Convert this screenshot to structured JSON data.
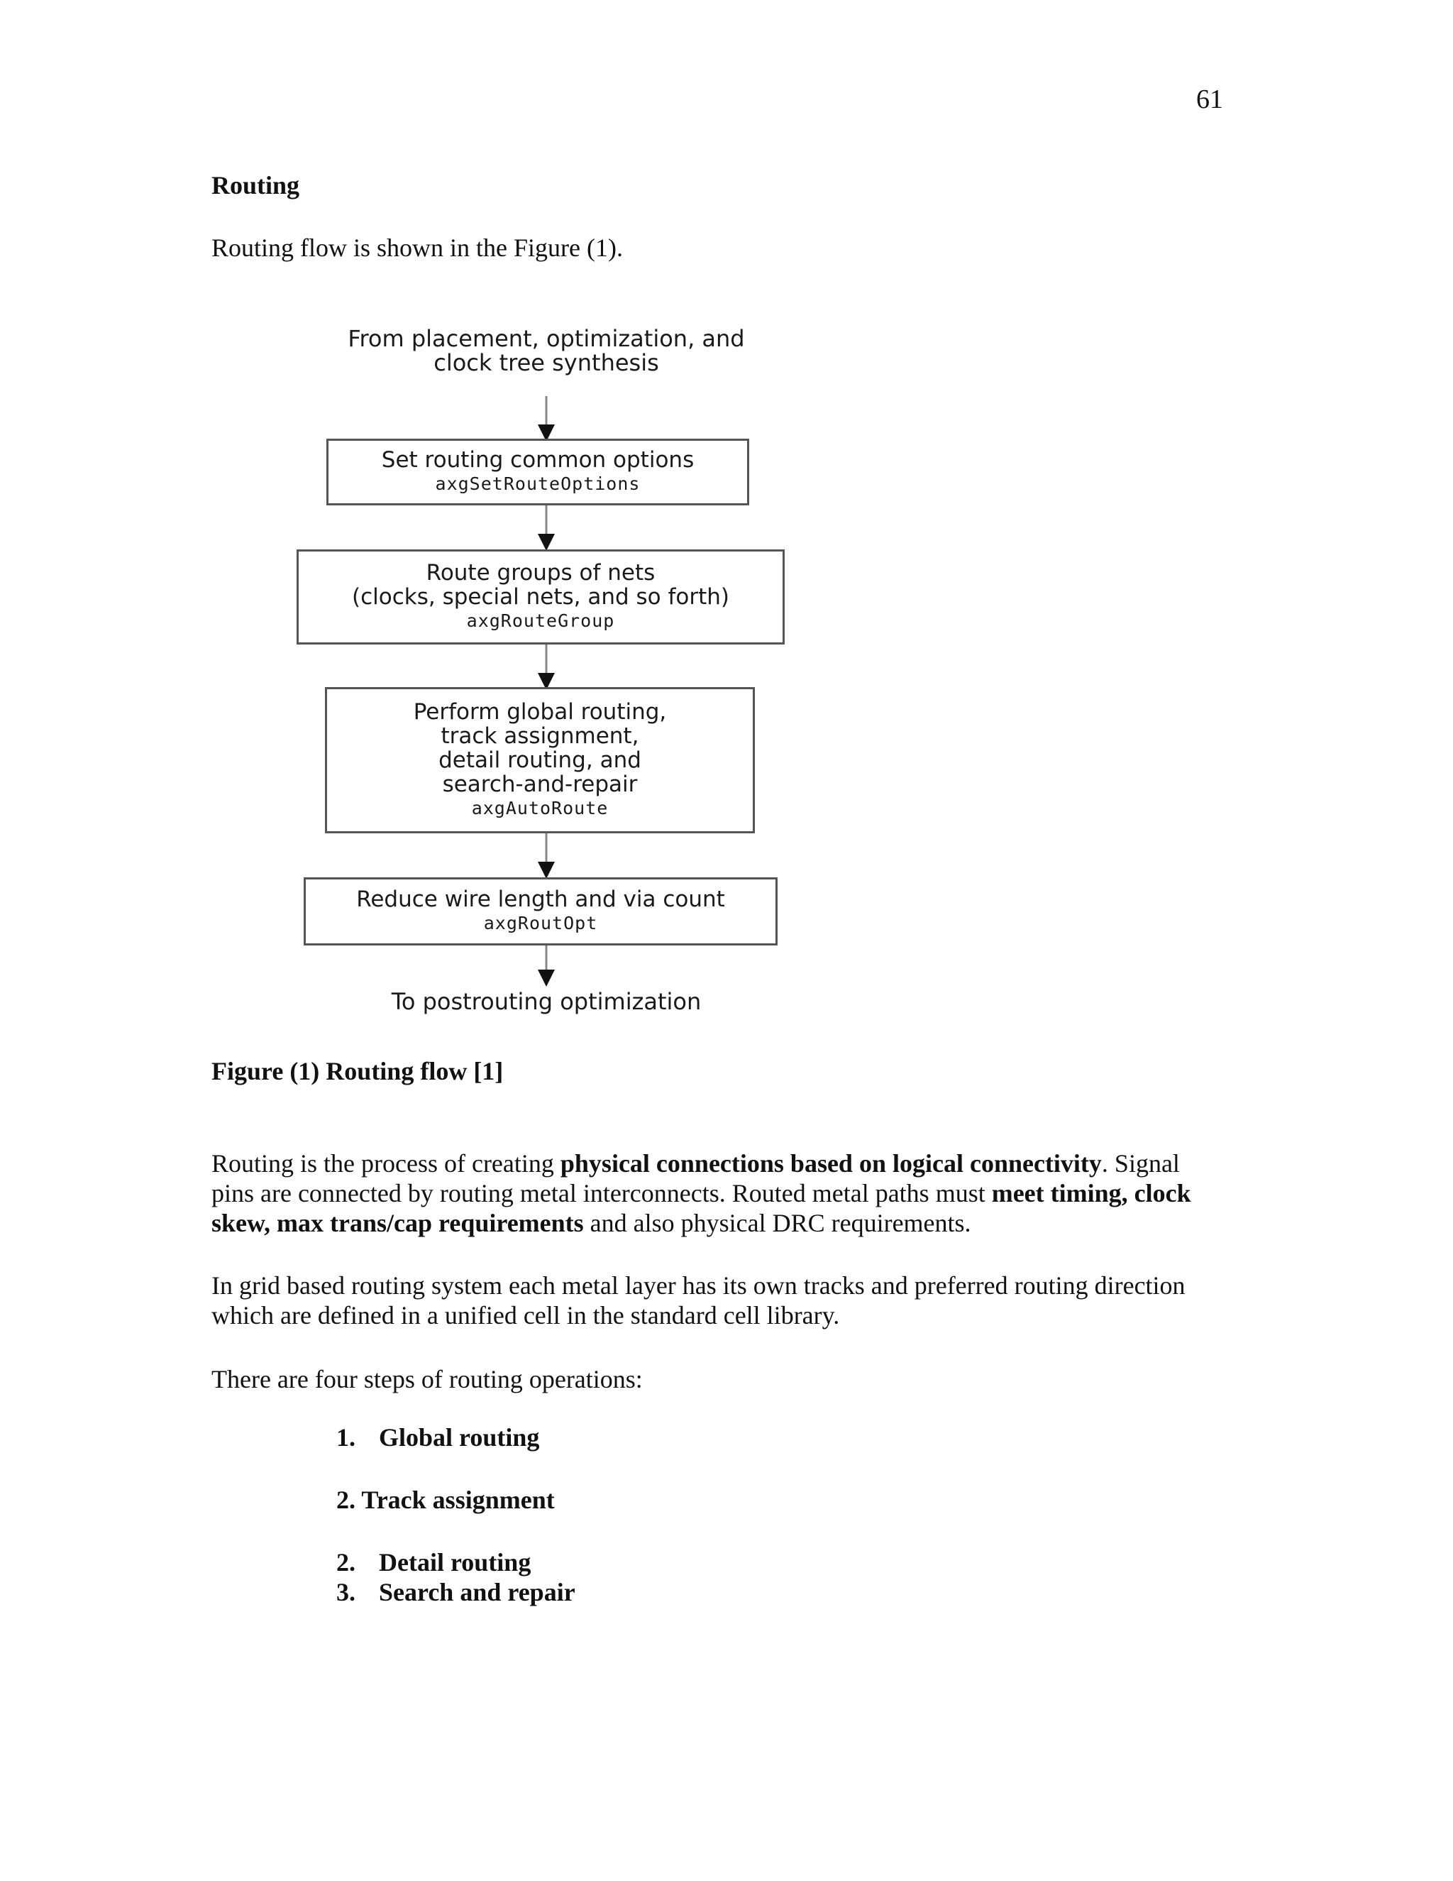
{
  "page_number": "61",
  "heading": "Routing",
  "intro": "Routing flow is shown in the Figure (1).",
  "flowchart": {
    "start": [
      "From placement, optimization, and",
      "clock tree synthesis"
    ],
    "boxes": [
      {
        "lines": [
          "Set routing common options"
        ],
        "command": "axgSetRouteOptions"
      },
      {
        "lines": [
          "Route groups of nets",
          "(clocks, special nets, and so forth)"
        ],
        "command": "axgRouteGroup"
      },
      {
        "lines": [
          "Perform global routing,",
          "track assignment,",
          "detail routing, and",
          "search-and-repair"
        ],
        "command": "axgAutoRoute"
      },
      {
        "lines": [
          "Reduce wire length and via count"
        ],
        "command": "axgRoutOpt"
      }
    ],
    "end": "To postrouting optimization"
  },
  "caption": "Figure (1) Routing flow [1]",
  "paragraph1": {
    "t1": "Routing is the process of creating ",
    "b1": "physical connections based on logical connectivity",
    "t2": ". Signal pins are connected by routing metal interconnects. Routed metal paths must ",
    "b2": "meet timing, clock skew, max trans/cap requirements",
    "t3": " and also physical DRC requirements."
  },
  "paragraph2": "In grid based routing system each metal layer has its own tracks and preferred routing direction which are defined in a unified cell in the standard cell library.",
  "paragraph3": "There are four steps of routing operations:",
  "steps": [
    {
      "num": "1.",
      "label": "Global routing"
    },
    {
      "num": "2.",
      "label": "Track assignment"
    },
    {
      "num": "2.",
      "label": "Detail routing"
    },
    {
      "num": "3.",
      "label": "Search and repair"
    }
  ]
}
